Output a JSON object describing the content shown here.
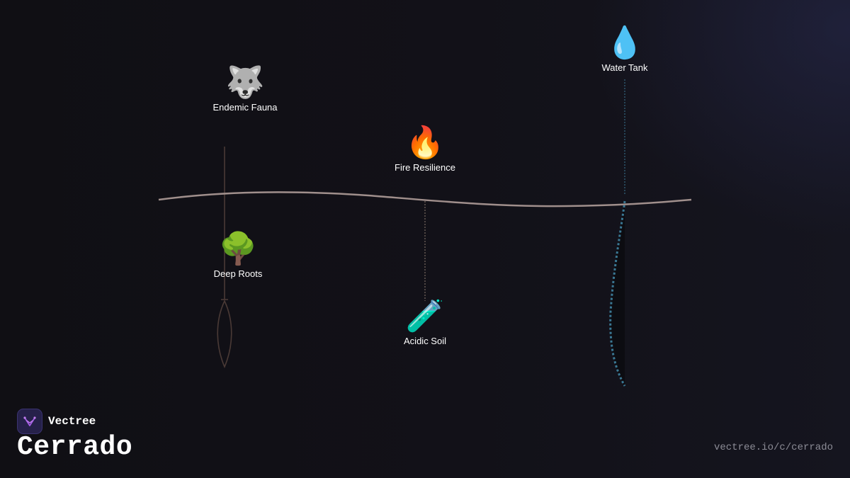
{
  "nodes": {
    "endemic_fauna": {
      "label": "Endemic Fauna",
      "icon": "wolf-icon",
      "glyph": "🐺"
    },
    "fire_resilience": {
      "label": "Fire Resilience",
      "icon": "fire-icon",
      "glyph": "🔥"
    },
    "water_tank": {
      "label": "Water Tank",
      "icon": "water-drop-icon",
      "glyph": "💧"
    },
    "deep_roots": {
      "label": "Deep Roots",
      "icon": "tree-icon",
      "glyph": "🌳"
    },
    "acidic_soil": {
      "label": "Acidic Soil",
      "icon": "test-tube-icon",
      "glyph": "🧪"
    }
  },
  "brand": {
    "name": "Vectree",
    "logo": "vectree-logo-icon"
  },
  "title": "Cerrado",
  "url": "vectree.io/c/cerrado",
  "colors": {
    "background": "#121118",
    "ground_line": "#a08f8c",
    "root_line": "#4a3a36",
    "water_line": "#3a7894",
    "soil_line": "#8c7a6e",
    "brand_accent": "#a45ee5"
  }
}
